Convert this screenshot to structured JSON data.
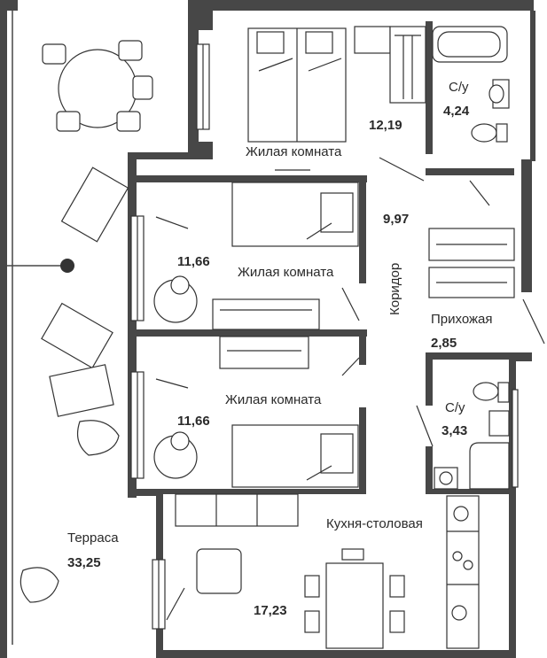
{
  "rooms": {
    "living1": {
      "name": "Жилая комната",
      "area": "12,19"
    },
    "bath1": {
      "name": "С/у",
      "area": "4,24"
    },
    "corridor": {
      "name": "Коридор",
      "area": "9,97"
    },
    "living2": {
      "name": "Жилая комната",
      "area": "11,66"
    },
    "hall": {
      "name": "Прихожая",
      "area": "2,85"
    },
    "living3": {
      "name": "Жилая комната",
      "area": "11,66"
    },
    "bath2": {
      "name": "С/у",
      "area": "3,43"
    },
    "kitchen": {
      "name": "Кухня-столовая",
      "area": "17,23"
    },
    "terrace": {
      "name": "Терраса",
      "area": "33,25"
    }
  },
  "colors": {
    "wall": "#474747",
    "line": "#333333",
    "background": "#ffffff"
  }
}
